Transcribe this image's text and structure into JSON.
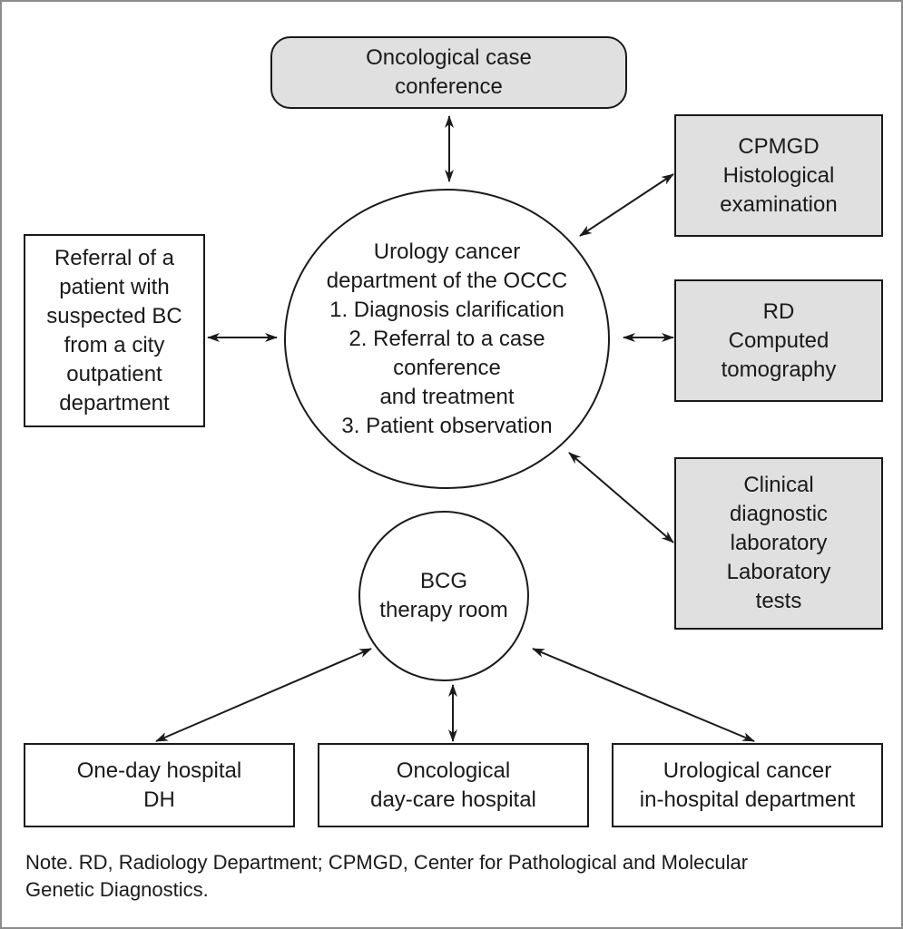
{
  "nodes": {
    "conference": "Oncological case\nconference",
    "cpmgd": "CPMGD\nHistological\nexamination",
    "rd": "RD\nComputed\ntomography",
    "lab": "Clinical\ndiagnostic\nlaboratory\nLaboratory\ntests",
    "referral": "Referral of a\npatient with\nsuspected BC\nfrom a city\noutpatient\ndepartment",
    "urology": "Urology cancer\ndepartment of the OCCC\n1. Diagnosis clarification\n2. Referral to a case\nconference\nand treatment\n3. Patient observation",
    "bcg": "BCG\ntherapy room",
    "dh": "One-day hospital\nDH",
    "daycare": "Oncological\nday-care hospital",
    "inhospital": "Urological cancer\nin-hospital department"
  },
  "note": "Note. RD, Radiology Department; CPMGD, Center for Pathological and Molecular\nGenetic Diagnostics.",
  "colors": {
    "line": "#1a1a1a",
    "gray_fill": "#e0e0e0",
    "border": "#8c8c8c"
  },
  "connections": [
    {
      "from": "conference",
      "to": "urology",
      "direction": "both"
    },
    {
      "from": "urology",
      "to": "cpmgd",
      "direction": "both"
    },
    {
      "from": "urology",
      "to": "rd",
      "direction": "both"
    },
    {
      "from": "urology",
      "to": "lab",
      "direction": "both"
    },
    {
      "from": "referral",
      "to": "urology",
      "direction": "both"
    },
    {
      "from": "bcg",
      "to": "dh",
      "direction": "both"
    },
    {
      "from": "bcg",
      "to": "daycare",
      "direction": "both"
    },
    {
      "from": "bcg",
      "to": "inhospital",
      "direction": "both"
    }
  ]
}
